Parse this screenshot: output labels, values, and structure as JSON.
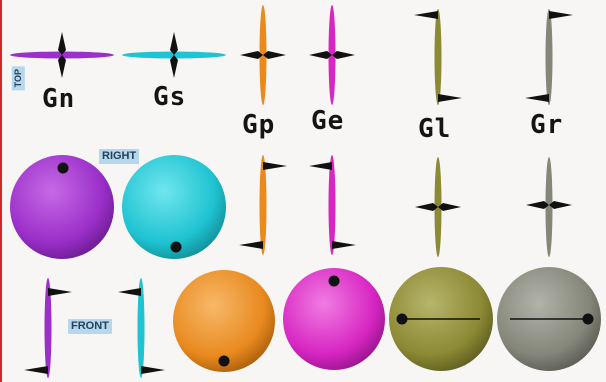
{
  "labels": {
    "gn": "Gn",
    "gs": "Gs",
    "gp": "Gp",
    "ge": "Ge",
    "gl": "Gl",
    "gr": "Gr"
  },
  "views": {
    "top": "TOP",
    "right": "RIGHT",
    "front": "FRONT"
  },
  "colors": {
    "gn": "#9b2fc9",
    "gs": "#1fc3d1",
    "gp": "#e98a1f",
    "ge": "#d826c3",
    "gl": "#8c8a35",
    "gr": "#85867a",
    "arrow": "#111111"
  }
}
